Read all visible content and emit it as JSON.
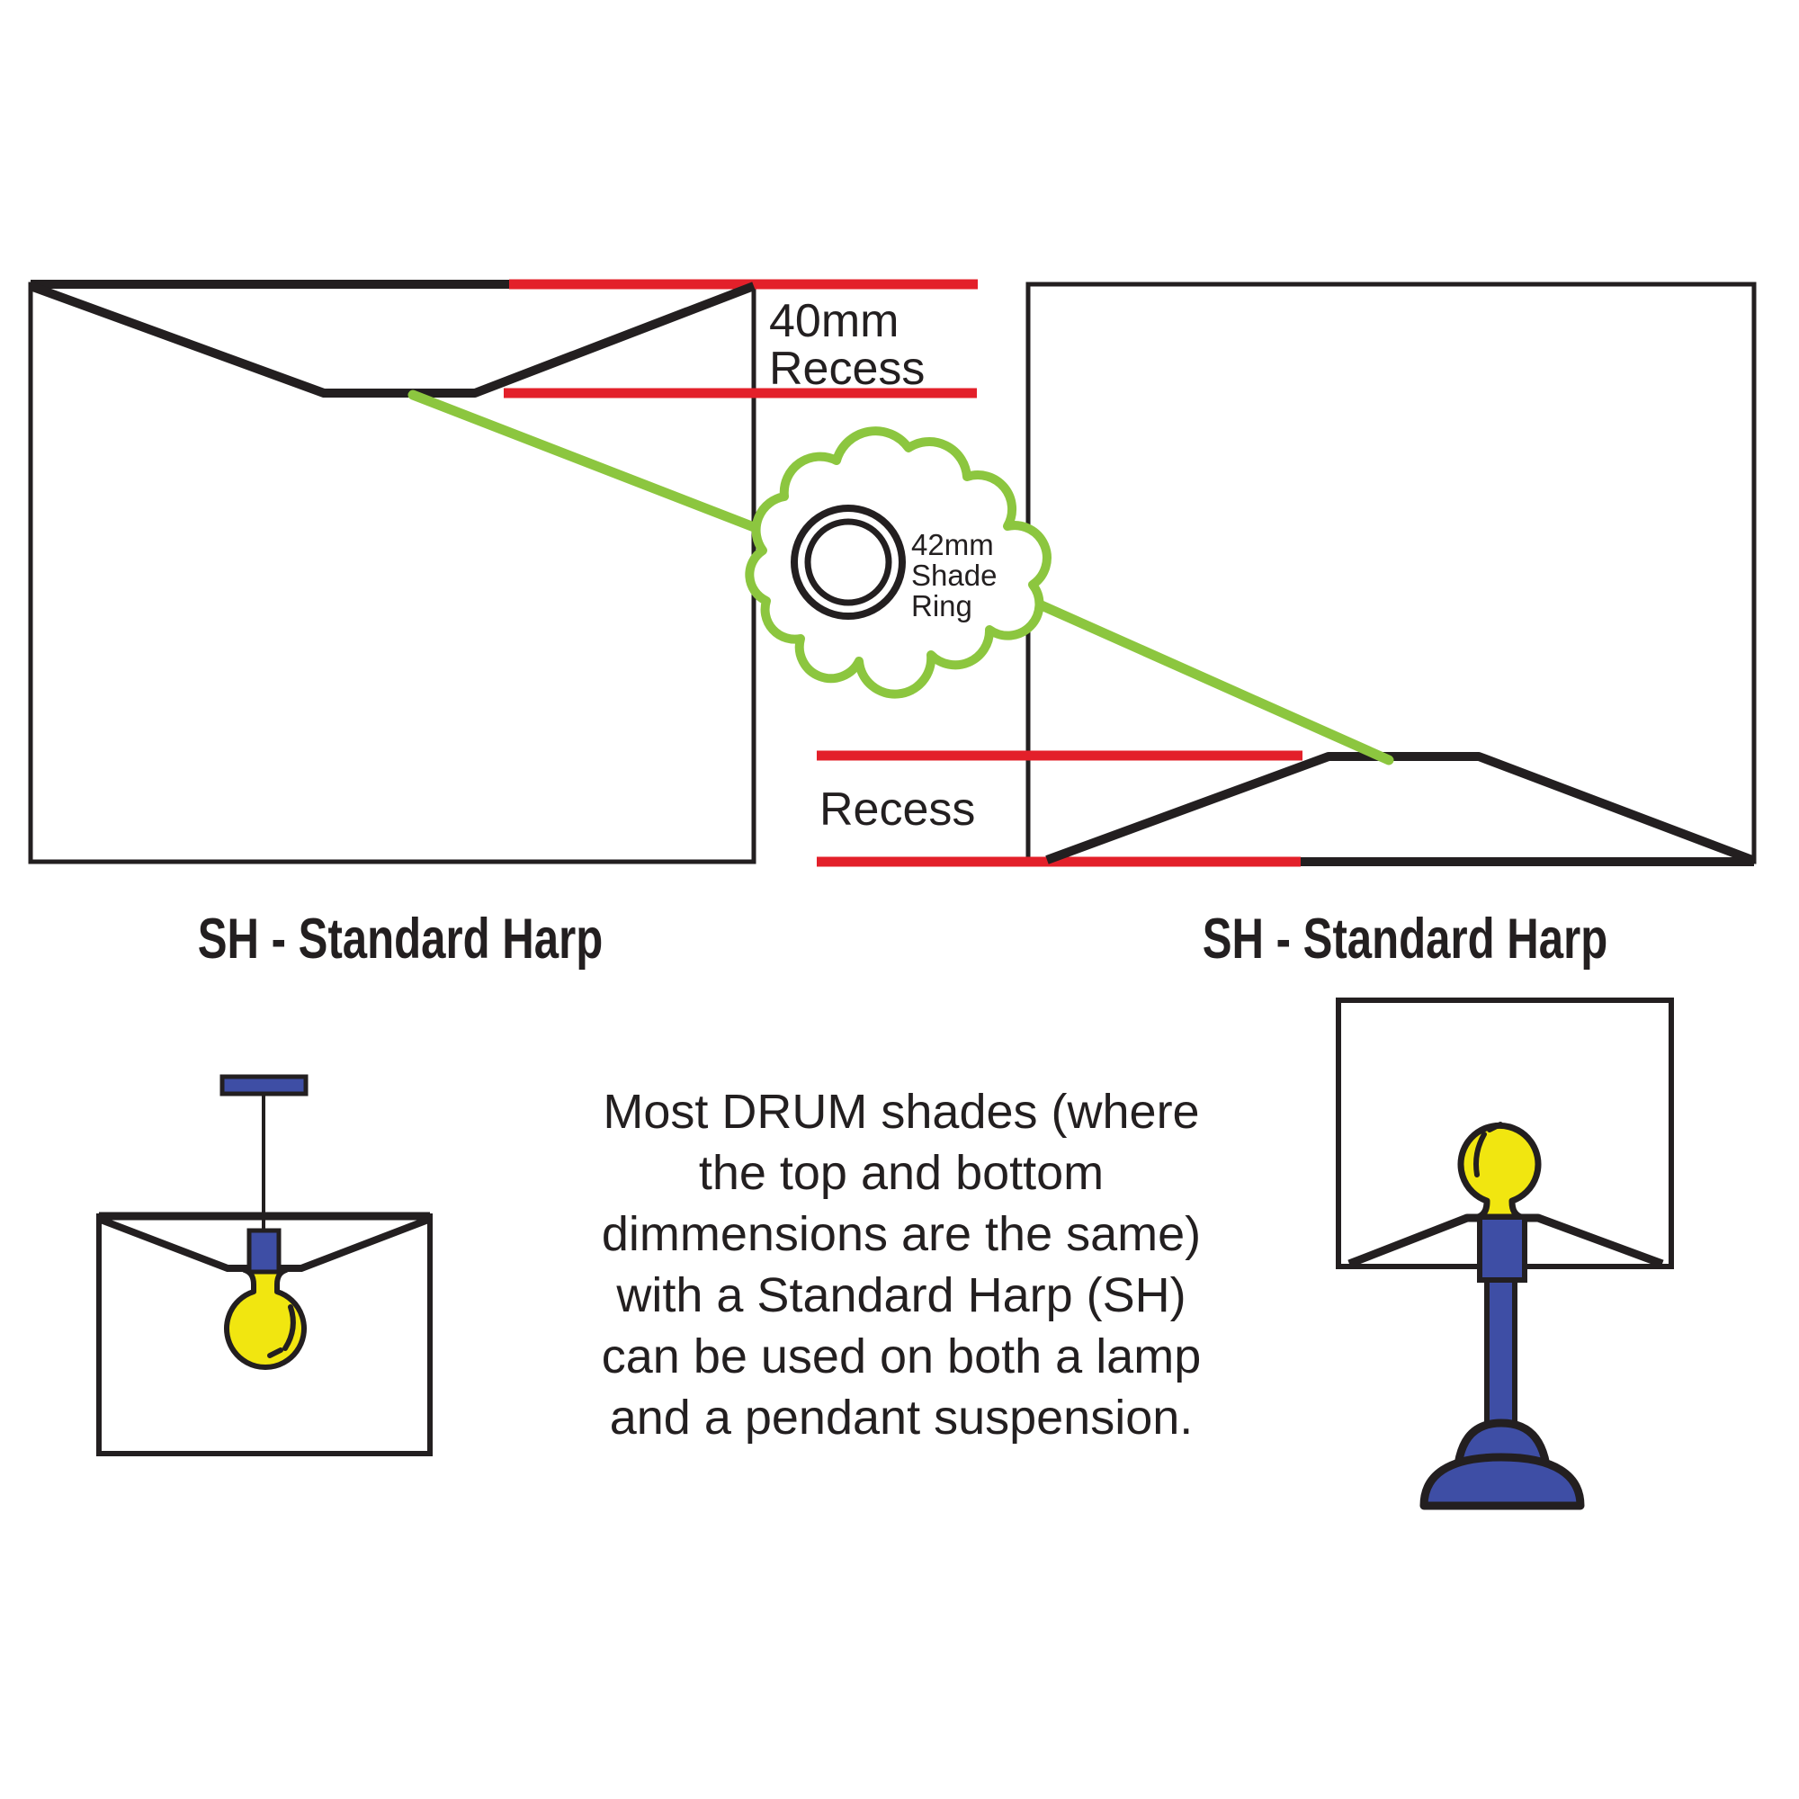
{
  "colors": {
    "red": "#E3202A",
    "green": "#8CC63F",
    "blue": "#3E4EA5",
    "yellow": "#F1E610",
    "black": "#231F20",
    "white": "#FFFFFF"
  },
  "left_diagram": {
    "recess_label": "40mm\nRecess",
    "caption": "SH - Standard Harp"
  },
  "right_diagram": {
    "recess_label": "Recess",
    "caption": "SH - Standard Harp"
  },
  "cloud": {
    "label": "42mm\nShade\nRing"
  },
  "description": "Most DRUM shades (where\nthe top and bottom\ndimmensions are the same)\nwith a Standard Harp (SH)\ncan be used on both a lamp\nand a pendant suspension."
}
